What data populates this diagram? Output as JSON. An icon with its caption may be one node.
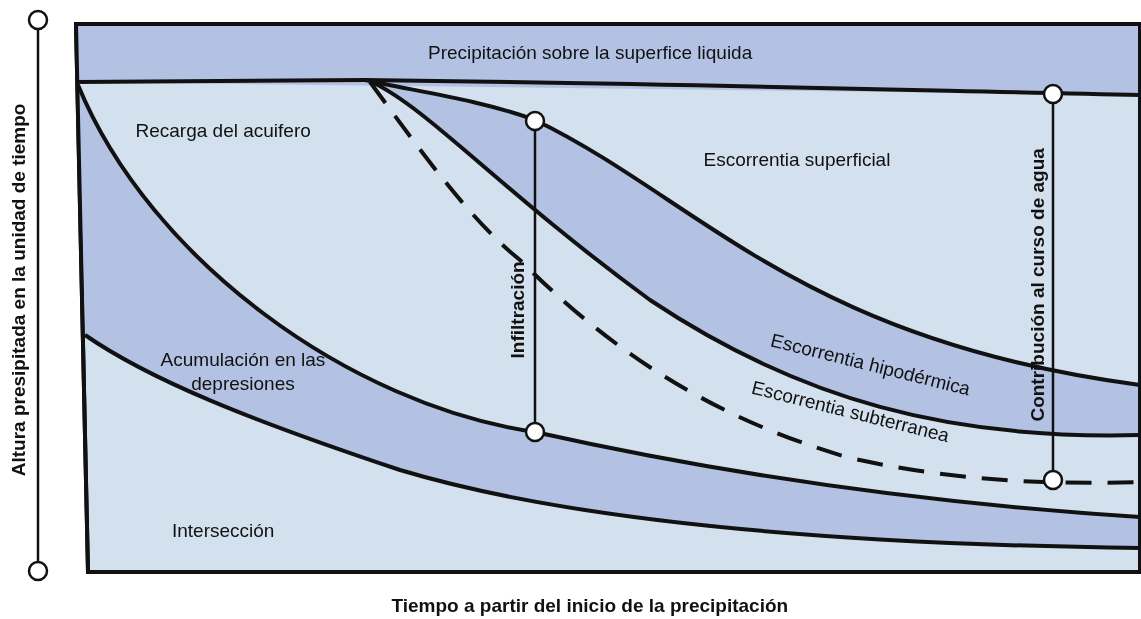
{
  "diagram": {
    "labels": [
      "Altura presipitada en la unidad de tiempo",
      "Precipitación sobre la superfice liquida",
      "Recarga del acuifero",
      "Escorrentia superficial",
      "Infiltración",
      "Contribución al curso de agua",
      "Escorrentia hipodérmica",
      "Acumulación en las depresiones",
      "Escorrentia subterranea",
      "Intersección",
      "Tiempo a partir del inicio de la precipitación"
    ]
  }
}
